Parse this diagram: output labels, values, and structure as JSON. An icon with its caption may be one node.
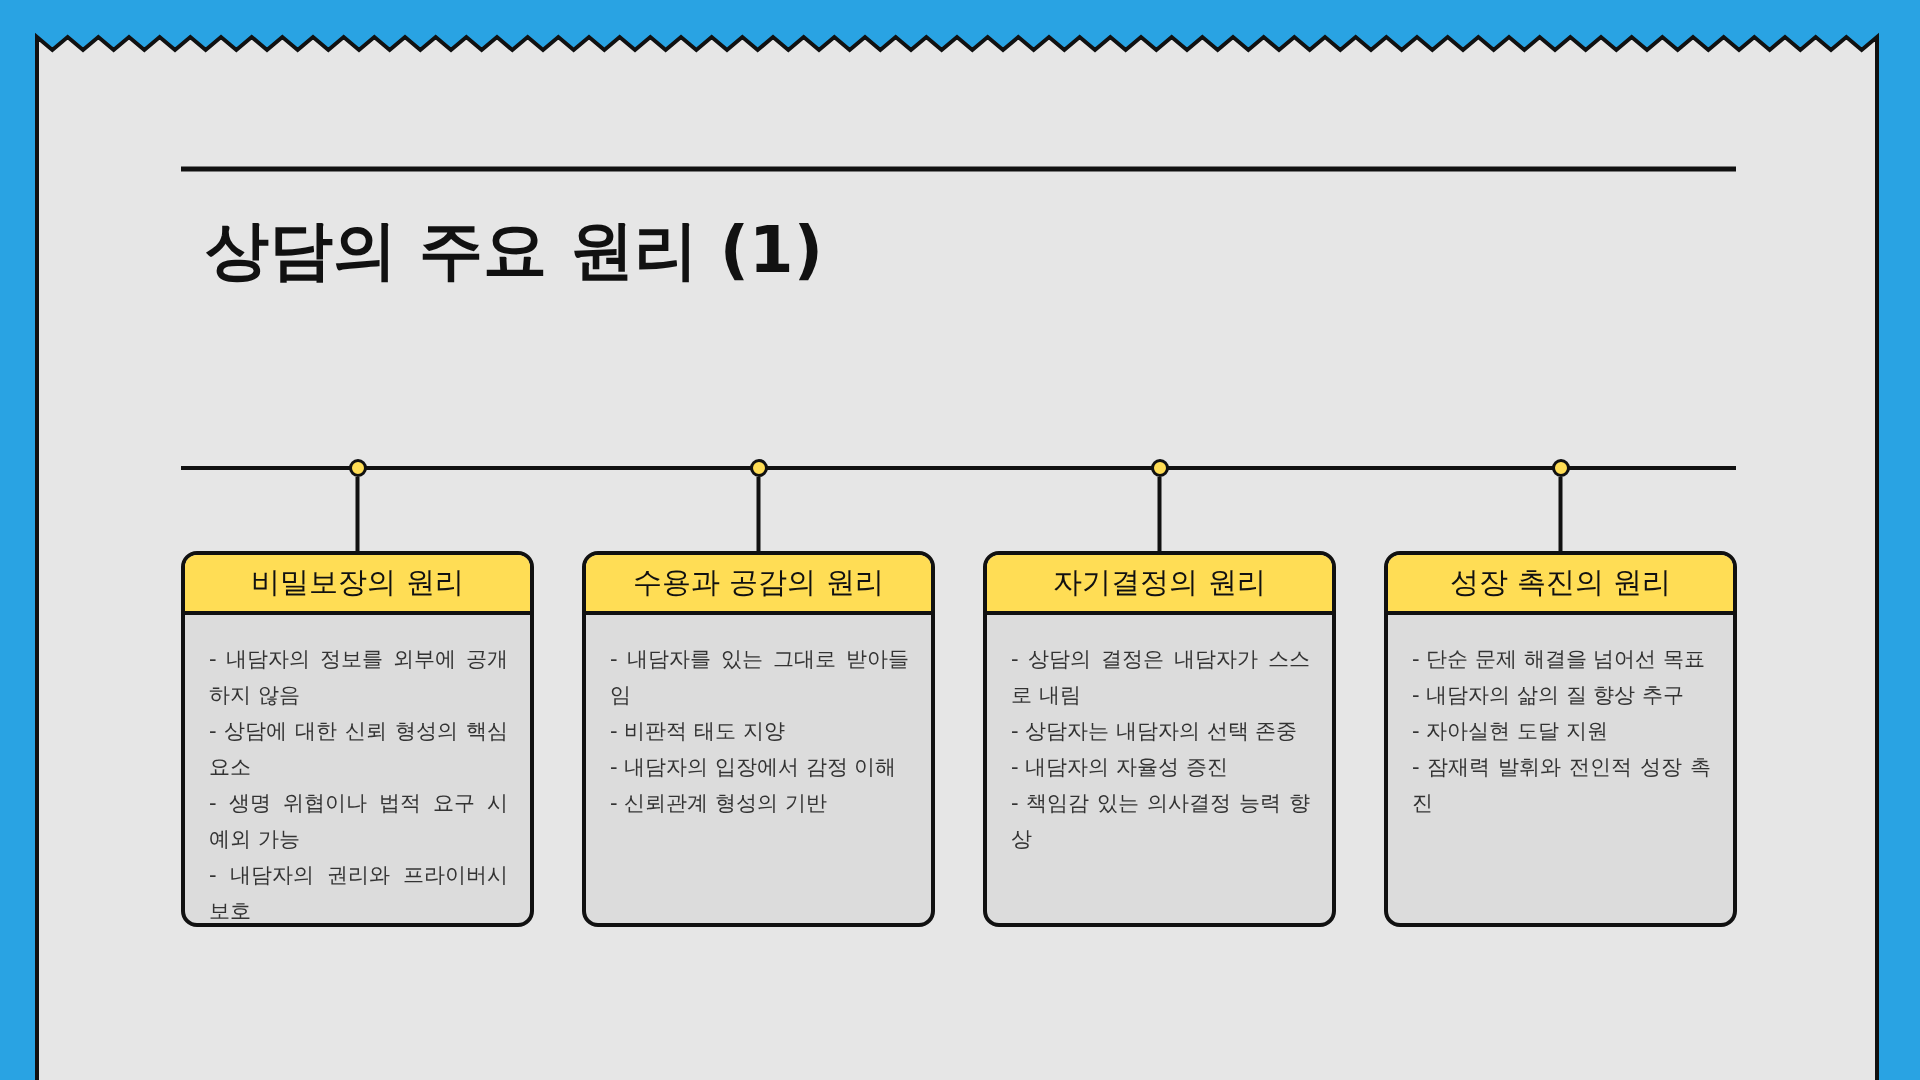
{
  "diagram": {
    "title": "상담의 주요 원리 (1)",
    "nodes": [
      {
        "text": [],
        "shape": "circle"
      },
      {
        "text": [],
        "shape": "circle"
      },
      {
        "text": [],
        "shape": "circle"
      },
      {
        "text": [],
        "shape": "circle"
      },
      {
        "text": [
          "비밀보장의 원리",
          "- 내담자의 정보를 외부에 공개하지 않음",
          "- 상담에 대한 신뢰 형성의 핵심 요소",
          "- 생명 위협이나 법적 요구 시 예외 가능",
          "- 내담자의 권리와 프라이버시 보호"
        ]
      },
      {
        "text": [
          "수용과 공감의 원리",
          "- 내담자를 있는 그대로 받아들임",
          "- 비판적 태도 지양",
          "- 내담자의 입장에서 감정 이해",
          "- 신뢰관계 형성의 기반"
        ]
      },
      {
        "text": [
          "자기결정의 원리",
          "- 상담의 결정은 내담자가 스스로 내림",
          "- 상담자는 내담자의 선택 존중",
          "- 내담자의 자율성 증진",
          "- 책임감 있는 의사결정 능력 향상"
        ]
      },
      {
        "text": [
          "성장 촉진의 원리",
          "- 단순 문제 해결을 넘어선 목표",
          "- 내담자의 삶의 질 향상 추구",
          "- 자아실현 도달 지원",
          "- 잠재력 발휘와 전인적 성장 촉진"
        ]
      }
    ],
    "edges": [
      {
        "from": 0,
        "to": 4,
        "arrow": "none"
      },
      {
        "from": 1,
        "to": 5,
        "arrow": "none"
      },
      {
        "from": 2,
        "to": 6,
        "arrow": "none"
      },
      {
        "from": 3,
        "to": 7,
        "arrow": "none"
      }
    ]
  }
}
